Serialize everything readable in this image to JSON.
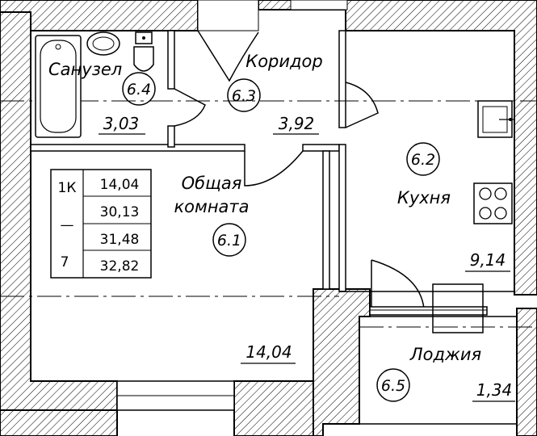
{
  "rooms": {
    "bathroom": {
      "name": "Санузел",
      "number": "6.4",
      "area": "3,03"
    },
    "corridor": {
      "name": "Коридор",
      "number": "6.3",
      "area": "3,92"
    },
    "kitchen": {
      "name": "Кухня",
      "number": "6.2",
      "area": "9,14"
    },
    "living_room": {
      "name_line1": "Общая",
      "name_line2": "комната",
      "number": "6.1",
      "area": "14,04"
    },
    "loggia": {
      "name": "Лоджия",
      "number": "6.5",
      "area": "1,34"
    }
  },
  "summary_table": {
    "type": "1К",
    "floor": "7",
    "separator": "—",
    "values": [
      "14,04",
      "30,13",
      "31,48",
      "32,82"
    ]
  },
  "colors": {
    "line": "#000000",
    "background": "#ffffff"
  }
}
